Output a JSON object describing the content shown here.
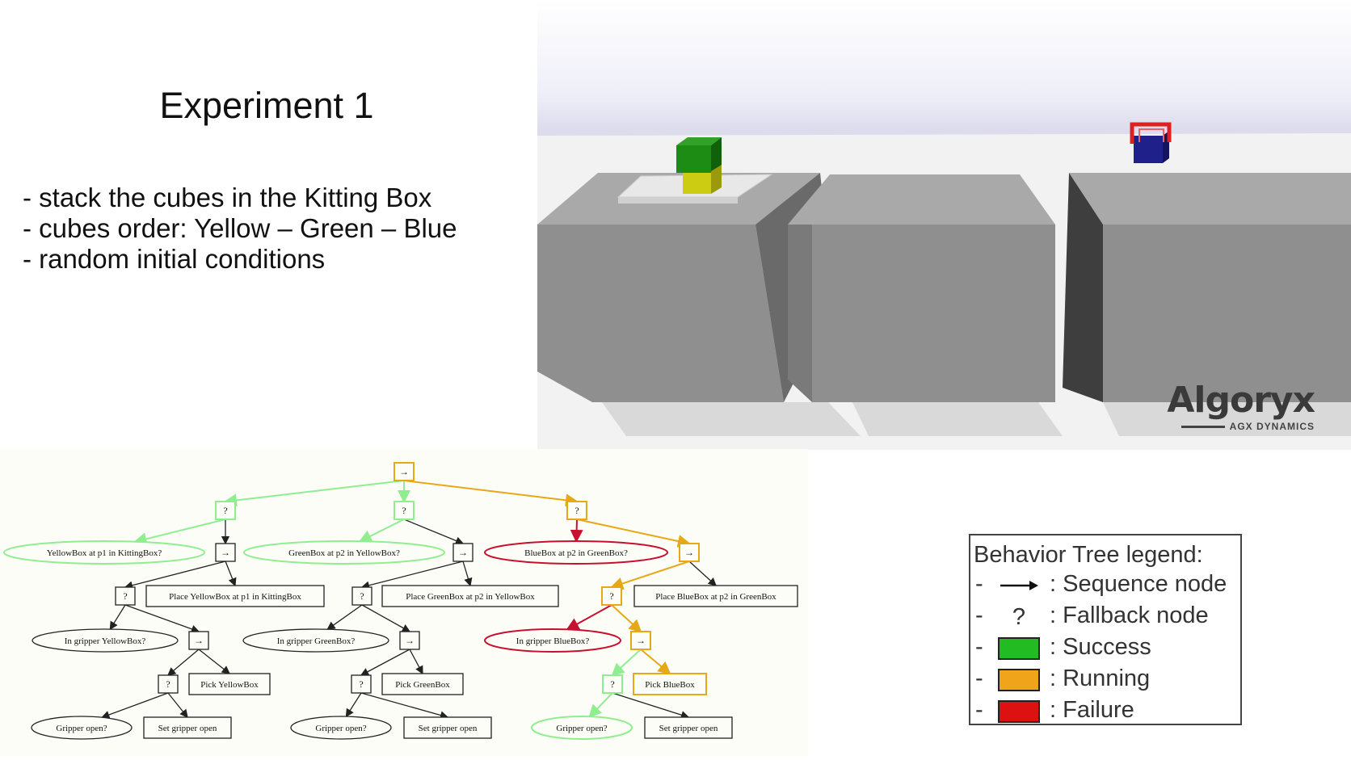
{
  "slide": {
    "title": "Experiment 1",
    "bullets": [
      "- stack the cubes in the Kitting Box",
      "- cubes order: Yellow – Green – Blue",
      "- random initial conditions"
    ]
  },
  "simulation": {
    "logo_name": "Algoryx",
    "logo_sub": "AGX DYNAMICS",
    "cube_colors": {
      "yellow": "#d8d818",
      "green": "#1c8c14",
      "blue": "#20208a",
      "gripper": "#e02020"
    }
  },
  "tree": {
    "colors": {
      "success": "#90ee90",
      "running": "#e6a817",
      "failure": "#c8102e",
      "idle": "#222222"
    },
    "nodes": [
      {
        "id": "root",
        "shape": "box",
        "label": "→",
        "state": "running"
      },
      {
        "id": "f1",
        "shape": "box",
        "label": "?",
        "state": "success"
      },
      {
        "id": "f2",
        "shape": "box",
        "label": "?",
        "state": "success"
      },
      {
        "id": "f3",
        "shape": "box",
        "label": "?",
        "state": "running"
      },
      {
        "id": "c1",
        "shape": "ellipse",
        "label": "YellowBox at p1 in KittingBox?",
        "state": "success"
      },
      {
        "id": "s1",
        "shape": "box",
        "label": "→",
        "state": "idle"
      },
      {
        "id": "c2",
        "shape": "ellipse",
        "label": "GreenBox at p2 in YellowBox?",
        "state": "success"
      },
      {
        "id": "s2",
        "shape": "box",
        "label": "→",
        "state": "idle"
      },
      {
        "id": "c3",
        "shape": "ellipse",
        "label": "BlueBox at p2 in GreenBox?",
        "state": "failure"
      },
      {
        "id": "s3",
        "shape": "box",
        "label": "→",
        "state": "running"
      },
      {
        "id": "f1a",
        "shape": "box",
        "label": "?",
        "state": "idle"
      },
      {
        "id": "a1",
        "shape": "box",
        "label": "Place YellowBox at p1 in KittingBox",
        "state": "idle"
      },
      {
        "id": "f2a",
        "shape": "box",
        "label": "?",
        "state": "idle"
      },
      {
        "id": "a2",
        "shape": "box",
        "label": "Place GreenBox at p2 in YellowBox",
        "state": "idle"
      },
      {
        "id": "f3a",
        "shape": "box",
        "label": "?",
        "state": "running"
      },
      {
        "id": "a3",
        "shape": "box",
        "label": "Place BlueBox at p2 in GreenBox",
        "state": "idle"
      },
      {
        "id": "g1",
        "shape": "ellipse",
        "label": "In gripper YellowBox?",
        "state": "idle"
      },
      {
        "id": "s1a",
        "shape": "box",
        "label": "→",
        "state": "idle"
      },
      {
        "id": "g2",
        "shape": "ellipse",
        "label": "In gripper GreenBox?",
        "state": "idle"
      },
      {
        "id": "s2a",
        "shape": "box",
        "label": "→",
        "state": "idle"
      },
      {
        "id": "g3",
        "shape": "ellipse",
        "label": "In gripper BlueBox?",
        "state": "failure"
      },
      {
        "id": "s3a",
        "shape": "box",
        "label": "→",
        "state": "running"
      },
      {
        "id": "f1b",
        "shape": "box",
        "label": "?",
        "state": "idle"
      },
      {
        "id": "p1",
        "shape": "box",
        "label": "Pick YellowBox",
        "state": "idle"
      },
      {
        "id": "f2b",
        "shape": "box",
        "label": "?",
        "state": "idle"
      },
      {
        "id": "p2",
        "shape": "box",
        "label": "Pick GreenBox",
        "state": "idle"
      },
      {
        "id": "f3b",
        "shape": "box",
        "label": "?",
        "state": "success"
      },
      {
        "id": "p3",
        "shape": "box",
        "label": "Pick BlueBox",
        "state": "running"
      },
      {
        "id": "o1",
        "shape": "ellipse",
        "label": "Gripper open?",
        "state": "idle"
      },
      {
        "id": "so1",
        "shape": "box",
        "label": "Set gripper open",
        "state": "idle"
      },
      {
        "id": "o2",
        "shape": "ellipse",
        "label": "Gripper open?",
        "state": "idle"
      },
      {
        "id": "so2",
        "shape": "box",
        "label": "Set gripper open",
        "state": "idle"
      },
      {
        "id": "o3",
        "shape": "ellipse",
        "label": "Gripper open?",
        "state": "success"
      },
      {
        "id": "so3",
        "shape": "box",
        "label": "Set gripper open",
        "state": "idle"
      }
    ],
    "edges": [
      [
        "root",
        "f1",
        "success"
      ],
      [
        "root",
        "f2",
        "success"
      ],
      [
        "root",
        "f3",
        "running"
      ],
      [
        "f1",
        "c1",
        "success"
      ],
      [
        "f1",
        "s1",
        "idle"
      ],
      [
        "f2",
        "c2",
        "success"
      ],
      [
        "f2",
        "s2",
        "idle"
      ],
      [
        "f3",
        "c3",
        "failure"
      ],
      [
        "f3",
        "s3",
        "running"
      ],
      [
        "s1",
        "f1a",
        "idle"
      ],
      [
        "s1",
        "a1",
        "idle"
      ],
      [
        "s2",
        "f2a",
        "idle"
      ],
      [
        "s2",
        "a2",
        "idle"
      ],
      [
        "s3",
        "f3a",
        "running"
      ],
      [
        "s3",
        "a3",
        "idle"
      ],
      [
        "f1a",
        "g1",
        "idle"
      ],
      [
        "f1a",
        "s1a",
        "idle"
      ],
      [
        "f2a",
        "g2",
        "idle"
      ],
      [
        "f2a",
        "s2a",
        "idle"
      ],
      [
        "f3a",
        "g3",
        "failure"
      ],
      [
        "f3a",
        "s3a",
        "running"
      ],
      [
        "s1a",
        "f1b",
        "idle"
      ],
      [
        "s1a",
        "p1",
        "idle"
      ],
      [
        "s2a",
        "f2b",
        "idle"
      ],
      [
        "s2a",
        "p2",
        "idle"
      ],
      [
        "s3a",
        "f3b",
        "success"
      ],
      [
        "s3a",
        "p3",
        "running"
      ],
      [
        "f1b",
        "o1",
        "idle"
      ],
      [
        "f1b",
        "so1",
        "idle"
      ],
      [
        "f2b",
        "o2",
        "idle"
      ],
      [
        "f2b",
        "so2",
        "idle"
      ],
      [
        "f3b",
        "o3",
        "success"
      ],
      [
        "f3b",
        "so3",
        "idle"
      ]
    ]
  },
  "legend": {
    "title": "Behavior Tree legend:",
    "items": [
      {
        "dash": "-",
        "symbol": "arrow",
        "label": ":  Sequence node"
      },
      {
        "dash": "-",
        "symbol": "?",
        "label": ":  Fallback node"
      },
      {
        "dash": "-",
        "symbol": "swatch",
        "color": "#22bb22",
        "label": ":  Success"
      },
      {
        "dash": "-",
        "symbol": "swatch",
        "color": "#f0a419",
        "label": ": Running"
      },
      {
        "dash": "-",
        "symbol": "swatch",
        "color": "#dd1111",
        "label": ": Failure"
      }
    ]
  }
}
